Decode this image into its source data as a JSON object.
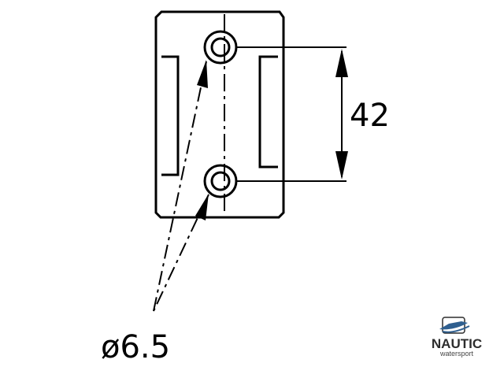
{
  "drawing": {
    "dimension_spacing": "42",
    "dimension_hole": "ø6.5"
  },
  "logo": {
    "brand": "NAUTIC",
    "tagline": "watersport",
    "color": "#2f5f8f"
  }
}
